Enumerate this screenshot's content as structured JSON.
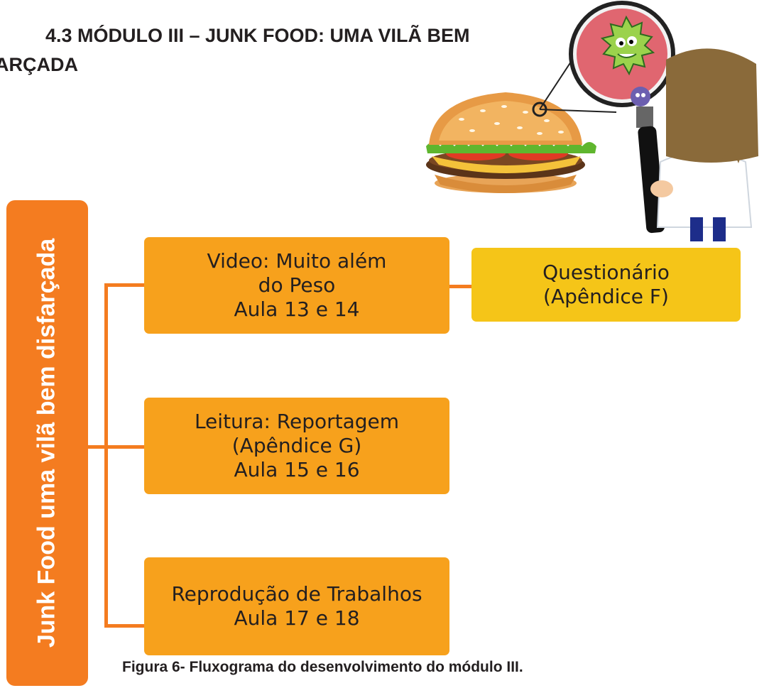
{
  "heading": {
    "line1": "4.3 MÓDULO III – JUNK FOOD: UMA VILÃ BEM",
    "line2": "SFARÇADA"
  },
  "diagram": {
    "root_label": "Junk Food uma vilã bem disfarçada",
    "boxes": [
      {
        "id": "video",
        "text": "Video: Muito além\ndo Peso\nAula 13 e 14"
      },
      {
        "id": "leitura",
        "text": "Leitura: Reportagem\n(Apêndice G)\nAula 15 e 16"
      },
      {
        "id": "reproducao",
        "text": "Reprodução de Trabalhos\nAula 17 e 18"
      },
      {
        "id": "questionario",
        "text": "Questionário\n(Apêndice F)"
      }
    ]
  },
  "caption": "Figura 6- Fluxograma do desenvolvimento do módulo III.",
  "colors": {
    "root": "#f47c20",
    "box": "#f7a11c",
    "questionario": "#f5c518"
  },
  "illustration": {
    "icons": [
      "hamburger-icon",
      "magnifying-glass-icon",
      "germ-icon",
      "scientist-icon"
    ]
  }
}
